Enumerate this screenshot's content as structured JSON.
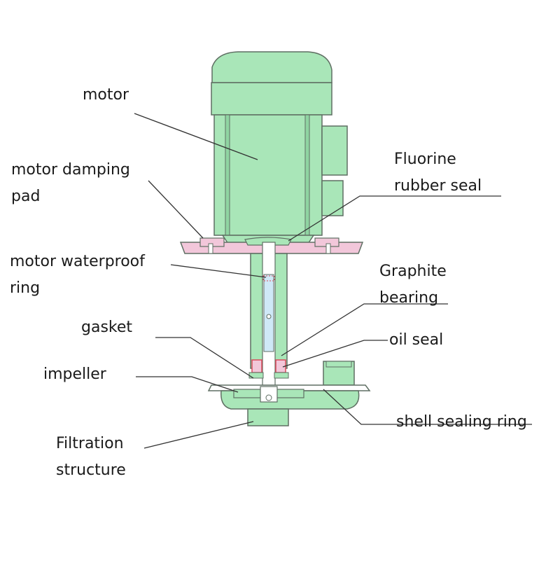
{
  "labels": {
    "motor": "motor",
    "damping_pad": [
      "motor damping",
      "pad"
    ],
    "waterproof_ring": [
      "motor waterproof",
      "ring"
    ],
    "gasket": "gasket",
    "impeller": "impeller",
    "filtration": [
      "Filtration",
      "structure"
    ],
    "fluorine_seal": [
      "Fluorine",
      "rubber seal"
    ],
    "graphite_bearing": [
      "Graphite",
      "bearing"
    ],
    "oil_seal": "oil seal",
    "shell_sealing_ring": "shell sealing ring"
  },
  "colors": {
    "body": "#a9e6b8",
    "body_dark": "#8fd4a2",
    "outline": "#5f6f63",
    "flange": "#f2c7da",
    "seal_red": "#d94a5a",
    "bearing": "#cfe8f7",
    "leader": "#333333"
  }
}
